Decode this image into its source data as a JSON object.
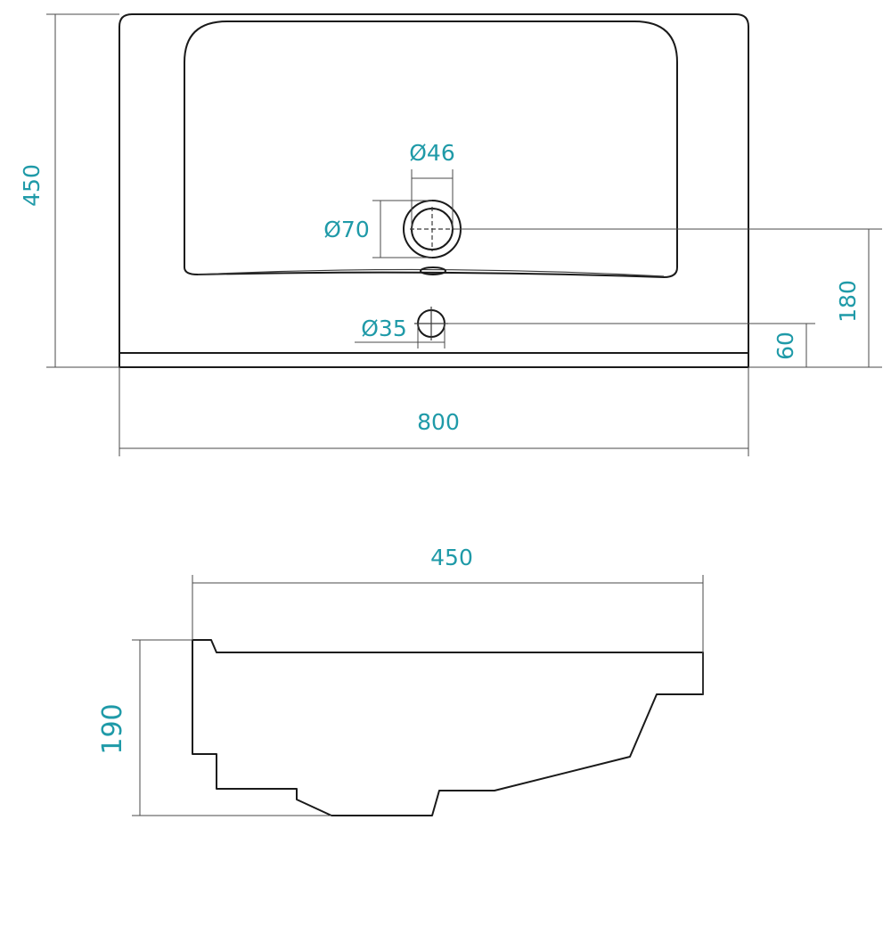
{
  "colors": {
    "dimension_text": "#1f9aa8",
    "outline": "#1a1a1a"
  },
  "top_view": {
    "width_label": "800",
    "depth_label": "450",
    "drain_height_label": "180",
    "tap_height_label": "60",
    "drain_outer_label": "Ø70",
    "drain_inner_label": "Ø46",
    "tap_hole_label": "Ø35"
  },
  "side_view": {
    "depth_label": "450",
    "height_label": "190"
  }
}
